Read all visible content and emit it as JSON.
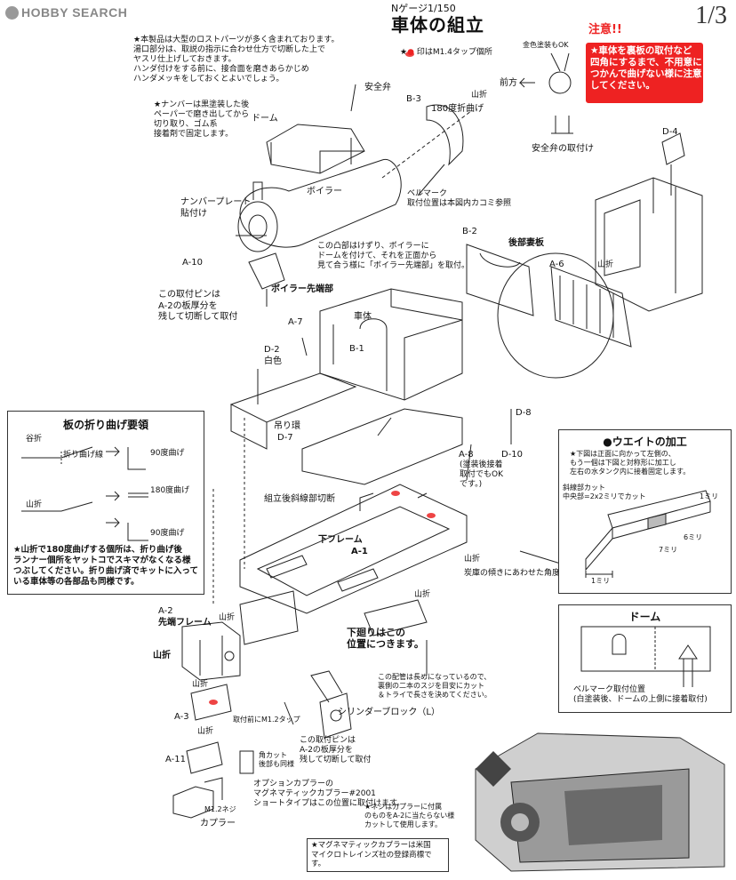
{
  "header": {
    "logo": "HOBBY SEARCH",
    "scale": "Nゲージ1/150",
    "title": "車体の組立",
    "page": "1/3",
    "legend_tap": "印はM1.4タップ個所"
  },
  "caution": {
    "title": "注意!!",
    "lines": [
      "★車体を裏板の取付など",
      "四角にするまで、不用意に",
      "つかんで曲げない様に注意",
      "してください。"
    ]
  },
  "notes": {
    "top_note": [
      "★本製品は大型のロストパーツが多く含まれております。",
      "湯口部分は、取説の指示に合わせ仕方で切断した上で",
      "ヤスリ仕上げしておきます。",
      "ハンダ付けをする前に、接合面を磨きあらかじめ",
      "ハンダメッキをしておくとよいでしょう。"
    ],
    "number_note": [
      "★ナンバーは黒塗装した後",
      "ペーパーで磨き出してから",
      "切り取り、ゴム系",
      "接着剤で固定します。"
    ],
    "protrusion_note": [
      "この凸部はけずり、ボイラーに",
      "ドームを付けて、それを正面から",
      "見て合う様に「ボイラー先端部」を取付。"
    ],
    "pin_note_1": [
      "この取付ピンは",
      "A-2の板厚分を",
      "残して切断して取付"
    ],
    "pin_note_2": [
      "この取付ピンは",
      "A-2の板厚分を",
      "残して切断して取付"
    ],
    "bell_note": [
      "ベルマーク",
      "取付位置は本図内カコミ参照"
    ],
    "pipe_note": [
      "この配管は長めになっているので、",
      "裏側の二本のスジを目安にカット",
      "＆トライで長さを決めてください。"
    ],
    "screw_note": [
      "★ネジはカプラーに付属",
      "のものをA-2に当たらない様",
      "カットして使用します。"
    ],
    "coupler_note": [
      "オプションカプラーの",
      "マグネマティックカプラー#2001",
      "ショートタイプはこの位置に取付けます。"
    ],
    "trademark": [
      "★マグネマティックカプラーは米国",
      "マイクロトレインズ社の登録商標です。"
    ],
    "cut_corner": [
      "角カット",
      "後部も同様"
    ],
    "tap_note": "取付前にM1.2タップ",
    "coal_note": "炭庫の傾きにあわせた角度に曲げます。",
    "lower_tank_note": [
      "下廻りはこの",
      "位置につきます。"
    ],
    "a8_note": [
      "(塗装後接着",
      "取付でもOK",
      "です。)"
    ],
    "diag_cut": "組立後斜線部切断"
  },
  "labels": {
    "safety_valve": "安全弁",
    "dome": "ドーム",
    "b3": "B-3",
    "bend180": "180度折曲げ",
    "yamaori": "山折",
    "boiler": "ボイラー",
    "number_plate": [
      "ナンバープレート",
      "貼付け"
    ],
    "a10": "A-10",
    "boiler_front": "ボイラー先端部",
    "body": "車体",
    "a7": "A-7",
    "d2": "D-2",
    "white": "白色",
    "b1": "B-1",
    "b2": "B-2",
    "rear_plate": "後部妻板",
    "a6": "A-6",
    "d4": "D-4",
    "d8": "D-8",
    "d10": "D-10",
    "a8": "A-8",
    "hang_ring": "吊り環",
    "d7": "D-7",
    "lower_frame": "下フレーム",
    "a1": "A-1",
    "a2": [
      "A-2",
      "先端フレーム"
    ],
    "a3": "A-3",
    "a11": "A-11",
    "coupler": "カプラー",
    "m12": "M1.2ネジ",
    "cylinder": "シリンダーブロック（L）",
    "front": "前方",
    "safety_mount": "安全弁の取付け",
    "gold_paint": "金色塗装もOK"
  },
  "fold_box": {
    "title": "板の折り曲げ要領",
    "tani": "谷折",
    "yama": "山折",
    "fold_line": "折り曲げ線",
    "deg90": "90度曲げ",
    "deg180": "180度曲げ",
    "deg90b": "90度曲げ",
    "text": [
      "★山折で180度曲げする個所は、折り曲げ後",
      "ランナー個所をヤットコでスキマがなくなる様",
      "つぶしてください。折り曲げ済でキットに入って",
      "いる車体等の各部品も同様です。"
    ]
  },
  "weight_box": {
    "title": "ウエイトの加工",
    "text": [
      "★下図は正面に向かって左側の、",
      "もう一個は下図と対称形に加工し",
      "左右の水タンク内に接着固定します。"
    ],
    "cut_label": [
      "斜線部カット",
      "中央部=2x2ミリでカット"
    ],
    "dim1": "1ミリ",
    "dim6": "6ミリ",
    "dim7": "7ミリ",
    "dim1b": "1ミリ"
  },
  "dome_box": {
    "title": "ドーム",
    "text": [
      "ベルマーク取付位置",
      "(白塗装後、ドームの上側に接着取付)"
    ]
  }
}
